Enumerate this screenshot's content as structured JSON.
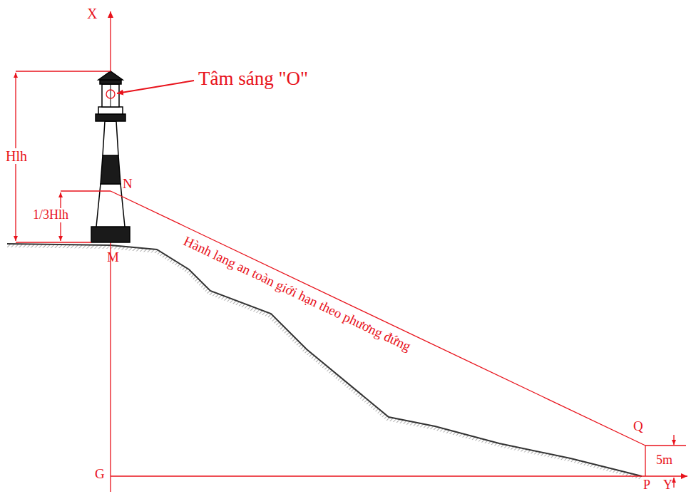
{
  "diagram": {
    "labels": [
      "X",
      "Tâm sáng \"O\"",
      "Hlh",
      "N",
      "1/3Hlh",
      "M",
      "Hành lang an toàn giới hạn theo phương đứng",
      "Q",
      "5m",
      "G",
      "P",
      "Y"
    ]
  }
}
